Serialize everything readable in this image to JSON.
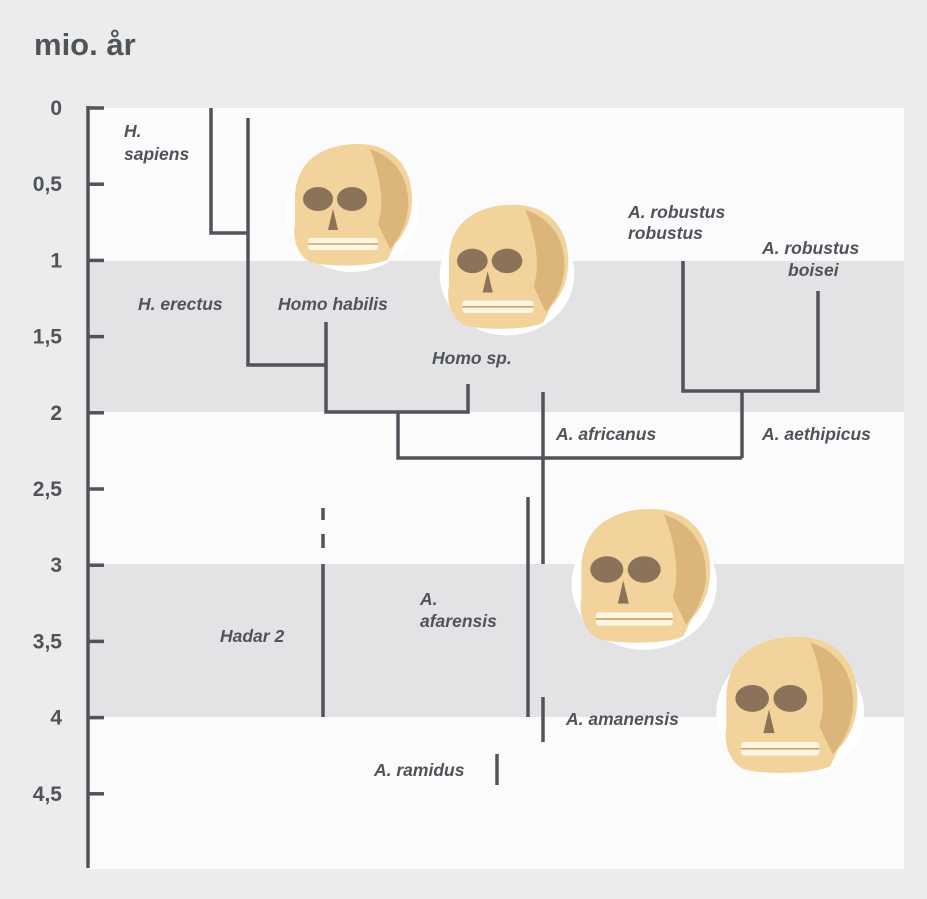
{
  "unit_label": "mio. år",
  "axis_ticks": [
    "0",
    "0,5",
    "1",
    "1,5",
    "2",
    "2,5",
    "3",
    "3,5",
    "4",
    "4,5"
  ],
  "species": {
    "h_sapiens": [
      "H.",
      "sapiens"
    ],
    "h_erectus": "H. erectus",
    "homo_habilis": "Homo habilis",
    "homo_sp": "Homo sp.",
    "robustus_robustus": [
      "A. robustus",
      "robustus"
    ],
    "robustus_boisei": [
      "A. robustus",
      "boisei"
    ],
    "africanus": "A. africanus",
    "aethipicus": "A. aethipicus",
    "afarensis": [
      "A.",
      "afarensis"
    ],
    "hadar": "Hadar 2",
    "amanensis": "A. amanensis",
    "ramidus": "A. ramidus"
  },
  "colors": {
    "page": "#ececed",
    "band_light": "#fbfbfc",
    "band_dark": "#e3e3e6",
    "line": "#4f545a",
    "skull": "#f2d39c"
  },
  "icons": [
    "skull-icon"
  ]
}
